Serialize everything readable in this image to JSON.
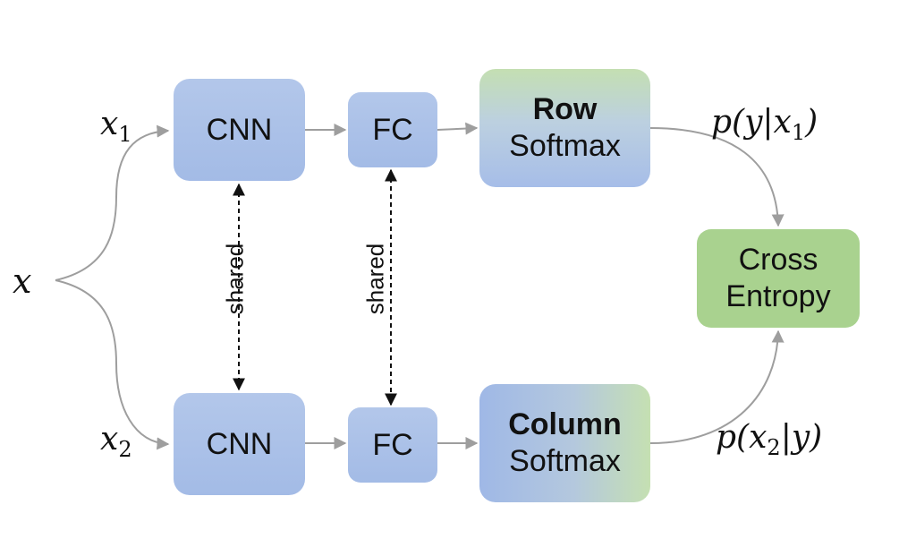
{
  "diagram": {
    "input_label": "x",
    "branch_labels": {
      "top": "x",
      "top_sub": "1",
      "bottom": "x",
      "bottom_sub": "2"
    },
    "top": {
      "cnn": "CNN",
      "fc": "FC",
      "softmax_title": "Row",
      "softmax_text": "Softmax"
    },
    "bottom": {
      "cnn": "CNN",
      "fc": "FC",
      "softmax_title": "Column",
      "softmax_text": "Softmax"
    },
    "shared_label_1": "shared",
    "shared_label_2": "shared",
    "loss": {
      "line1": "Cross",
      "line2": "Entropy"
    },
    "top_output": {
      "pre": "p(y|x",
      "sub": "1",
      "post": ")"
    },
    "bottom_output": {
      "pre": "p(x",
      "sub": "2",
      "post": "|y)"
    },
    "colors": {
      "blue_box": "#a3bbe6",
      "green_box": "#a9d28f",
      "arrow": "#9e9e9e"
    }
  }
}
